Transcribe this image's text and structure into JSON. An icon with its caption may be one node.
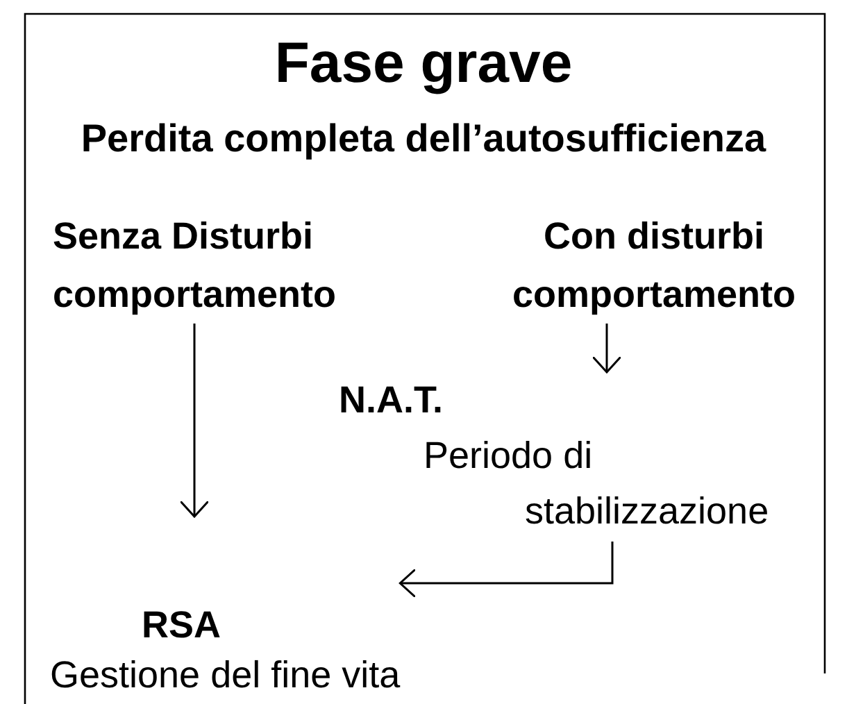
{
  "diagram": {
    "title": "Fase grave",
    "nodes": [
      {
        "text": [
          "Senza Disturbi comportamento"
        ]
      },
      {
        "text": [
          "Con disturbi comportamento"
        ]
      },
      {
        "text": [
          "N.A.T.",
          "Periodo di stabilizzazione"
        ]
      },
      {
        "text": [
          "RSA",
          "Gestione del fine vita"
        ]
      }
    ],
    "edges": [
      {
        "from": 0,
        "to": 3,
        "arrow": "to"
      },
      {
        "from": 1,
        "to": 2,
        "arrow": "to"
      },
      {
        "from": 2,
        "to": 3,
        "arrow": "to"
      }
    ],
    "labels": [
      "Perdita completa dell’autosufficienza"
    ]
  }
}
